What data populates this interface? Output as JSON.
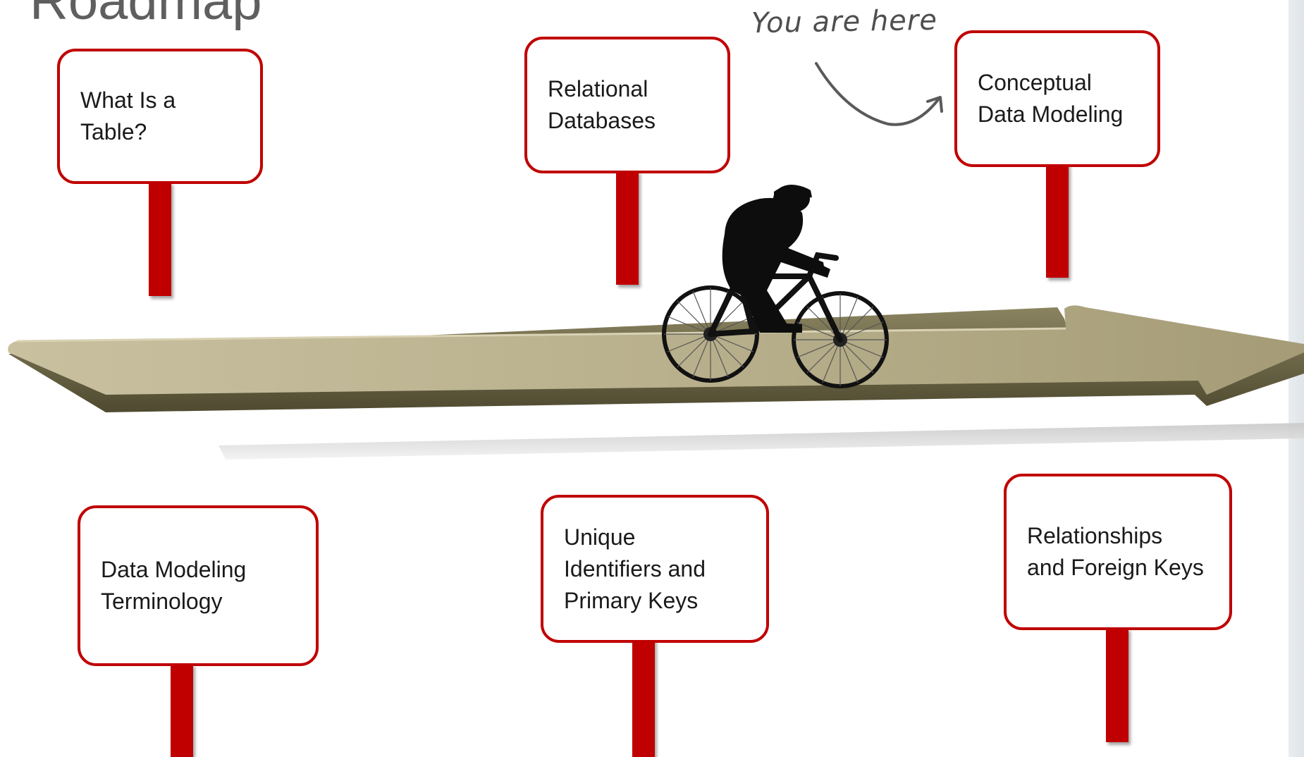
{
  "title": "Roadmap",
  "annotation": {
    "text": "You are here"
  },
  "signs_top": [
    {
      "label": "What Is a\nTable?"
    },
    {
      "label": "Relational\nDatabases"
    },
    {
      "label": "Conceptual\nData Modeling"
    }
  ],
  "signs_bottom": [
    {
      "label": "Data Modeling\nTerminology"
    },
    {
      "label": "Unique\nIdentifiers and\nPrimary Keys"
    },
    {
      "label": "Relationships\nand Foreign Keys"
    }
  ],
  "colors": {
    "sign_border": "#c00000",
    "pole": "#c00000",
    "road_top": "#b7ae8c",
    "road_side": "#6e6746",
    "title_text": "#5f5f5f"
  },
  "icons": {
    "cyclist": "cyclist-icon",
    "arrow": "curved-arrow-icon"
  }
}
